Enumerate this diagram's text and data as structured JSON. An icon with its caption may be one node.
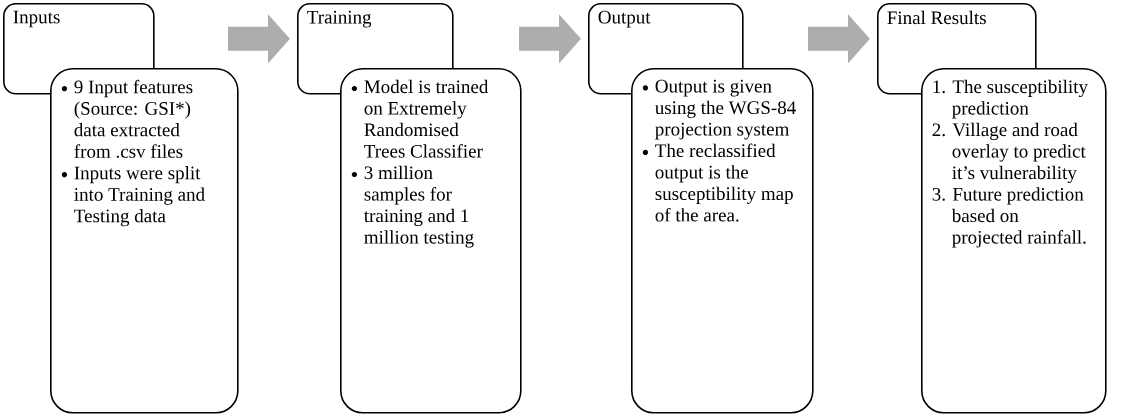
{
  "diagram": {
    "nodes": [
      {
        "text": [
          "Inputs"
        ]
      },
      {
        "text": [
          "9 Input features (Source: GSI*) data extracted from .csv files",
          "Inputs were split into Training and Testing data"
        ]
      },
      {
        "text": [
          "Training"
        ]
      },
      {
        "text": [
          "Model is trained on Extremely Randomised Trees Classifier",
          "3 million samples for training and 1 million testing"
        ]
      },
      {
        "text": [
          "Output"
        ]
      },
      {
        "text": [
          "Output is given using the WGS-84 projection system",
          "The reclassified output is the susceptibility map of the area."
        ]
      },
      {
        "text": [
          "Final Results"
        ]
      },
      {
        "text": [
          "1. The susceptibility prediction",
          "2. Village and road overlay to predict it’s vulnerability",
          "3. Future prediction based on projected rainfall."
        ]
      }
    ],
    "edges": [
      {
        "from": null,
        "to": 2,
        "arrow": "to"
      },
      {
        "from": null,
        "to": 4,
        "arrow": "to"
      },
      {
        "from": null,
        "to": 6,
        "arrow": "to"
      }
    ]
  }
}
